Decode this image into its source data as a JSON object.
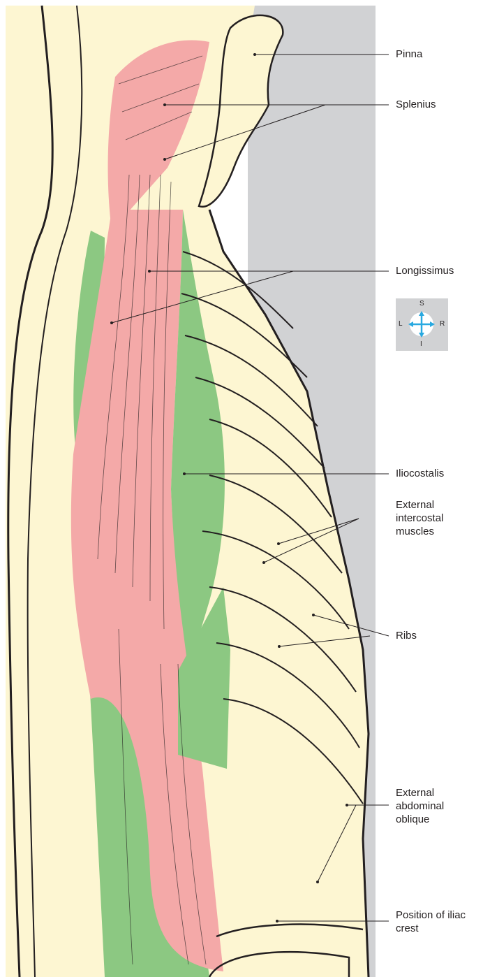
{
  "labels": {
    "pinna": "Pinna",
    "splenius": "Splenius",
    "longissimus": "Longissimus",
    "iliocostalis": "Iliocostalis",
    "external_intercostal": [
      "External",
      "intercostal",
      "muscles"
    ],
    "ribs": "Ribs",
    "external_abdominal_oblique": [
      "External",
      "abdominal",
      "oblique"
    ],
    "iliac_crest": [
      "Position of iliac",
      "crest"
    ]
  },
  "compass": {
    "superior": "S",
    "inferior": "I",
    "left": "L",
    "right": "R"
  },
  "colors": {
    "muscle_red": "#f4a9a8",
    "muscle_green": "#8cc882",
    "bone_cream": "#fdf6d2",
    "background_grey": "#d1d2d4",
    "outline": "#231f20",
    "compass_arrow": "#29a9e0"
  }
}
